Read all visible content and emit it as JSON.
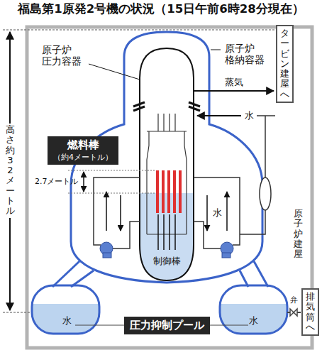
{
  "diagram": {
    "title": "福島第1原発2号機の状況（15日午前6時28分現在）",
    "nodes": [
      {
        "text": [
          "タービン建屋へ"
        ]
      },
      {
        "text": [
          "燃料棒",
          "（約4メートル）"
        ]
      },
      {
        "text": [
          "排気筒へ"
        ]
      },
      {
        "text": [
          "圧力抑制プール"
        ]
      }
    ],
    "labels": [
      "原子炉 圧力容器",
      "原子炉 格納容器",
      "蒸気",
      "水",
      "2.7メートル",
      "高さ約32メートル",
      "水",
      "制御棒",
      "原子炉建屋",
      "弁",
      "水",
      "水"
    ]
  }
}
